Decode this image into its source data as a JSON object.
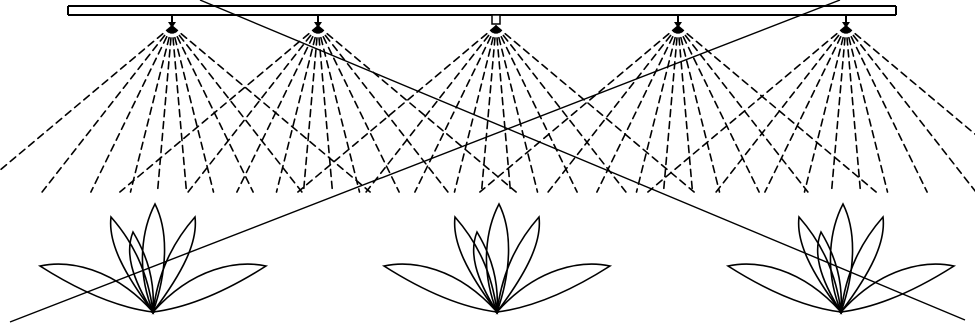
{
  "diagram": {
    "sprinklers": [
      {
        "type": "cone-nozzle"
      },
      {
        "type": "cone-nozzle"
      },
      {
        "type": "box-nozzle"
      },
      {
        "type": "cone-nozzle"
      },
      {
        "type": "cone-nozzle"
      }
    ],
    "plants": [
      {
        "type": "lotus"
      },
      {
        "type": "lotus"
      },
      {
        "type": "lotus"
      }
    ],
    "crossed_out": true
  }
}
